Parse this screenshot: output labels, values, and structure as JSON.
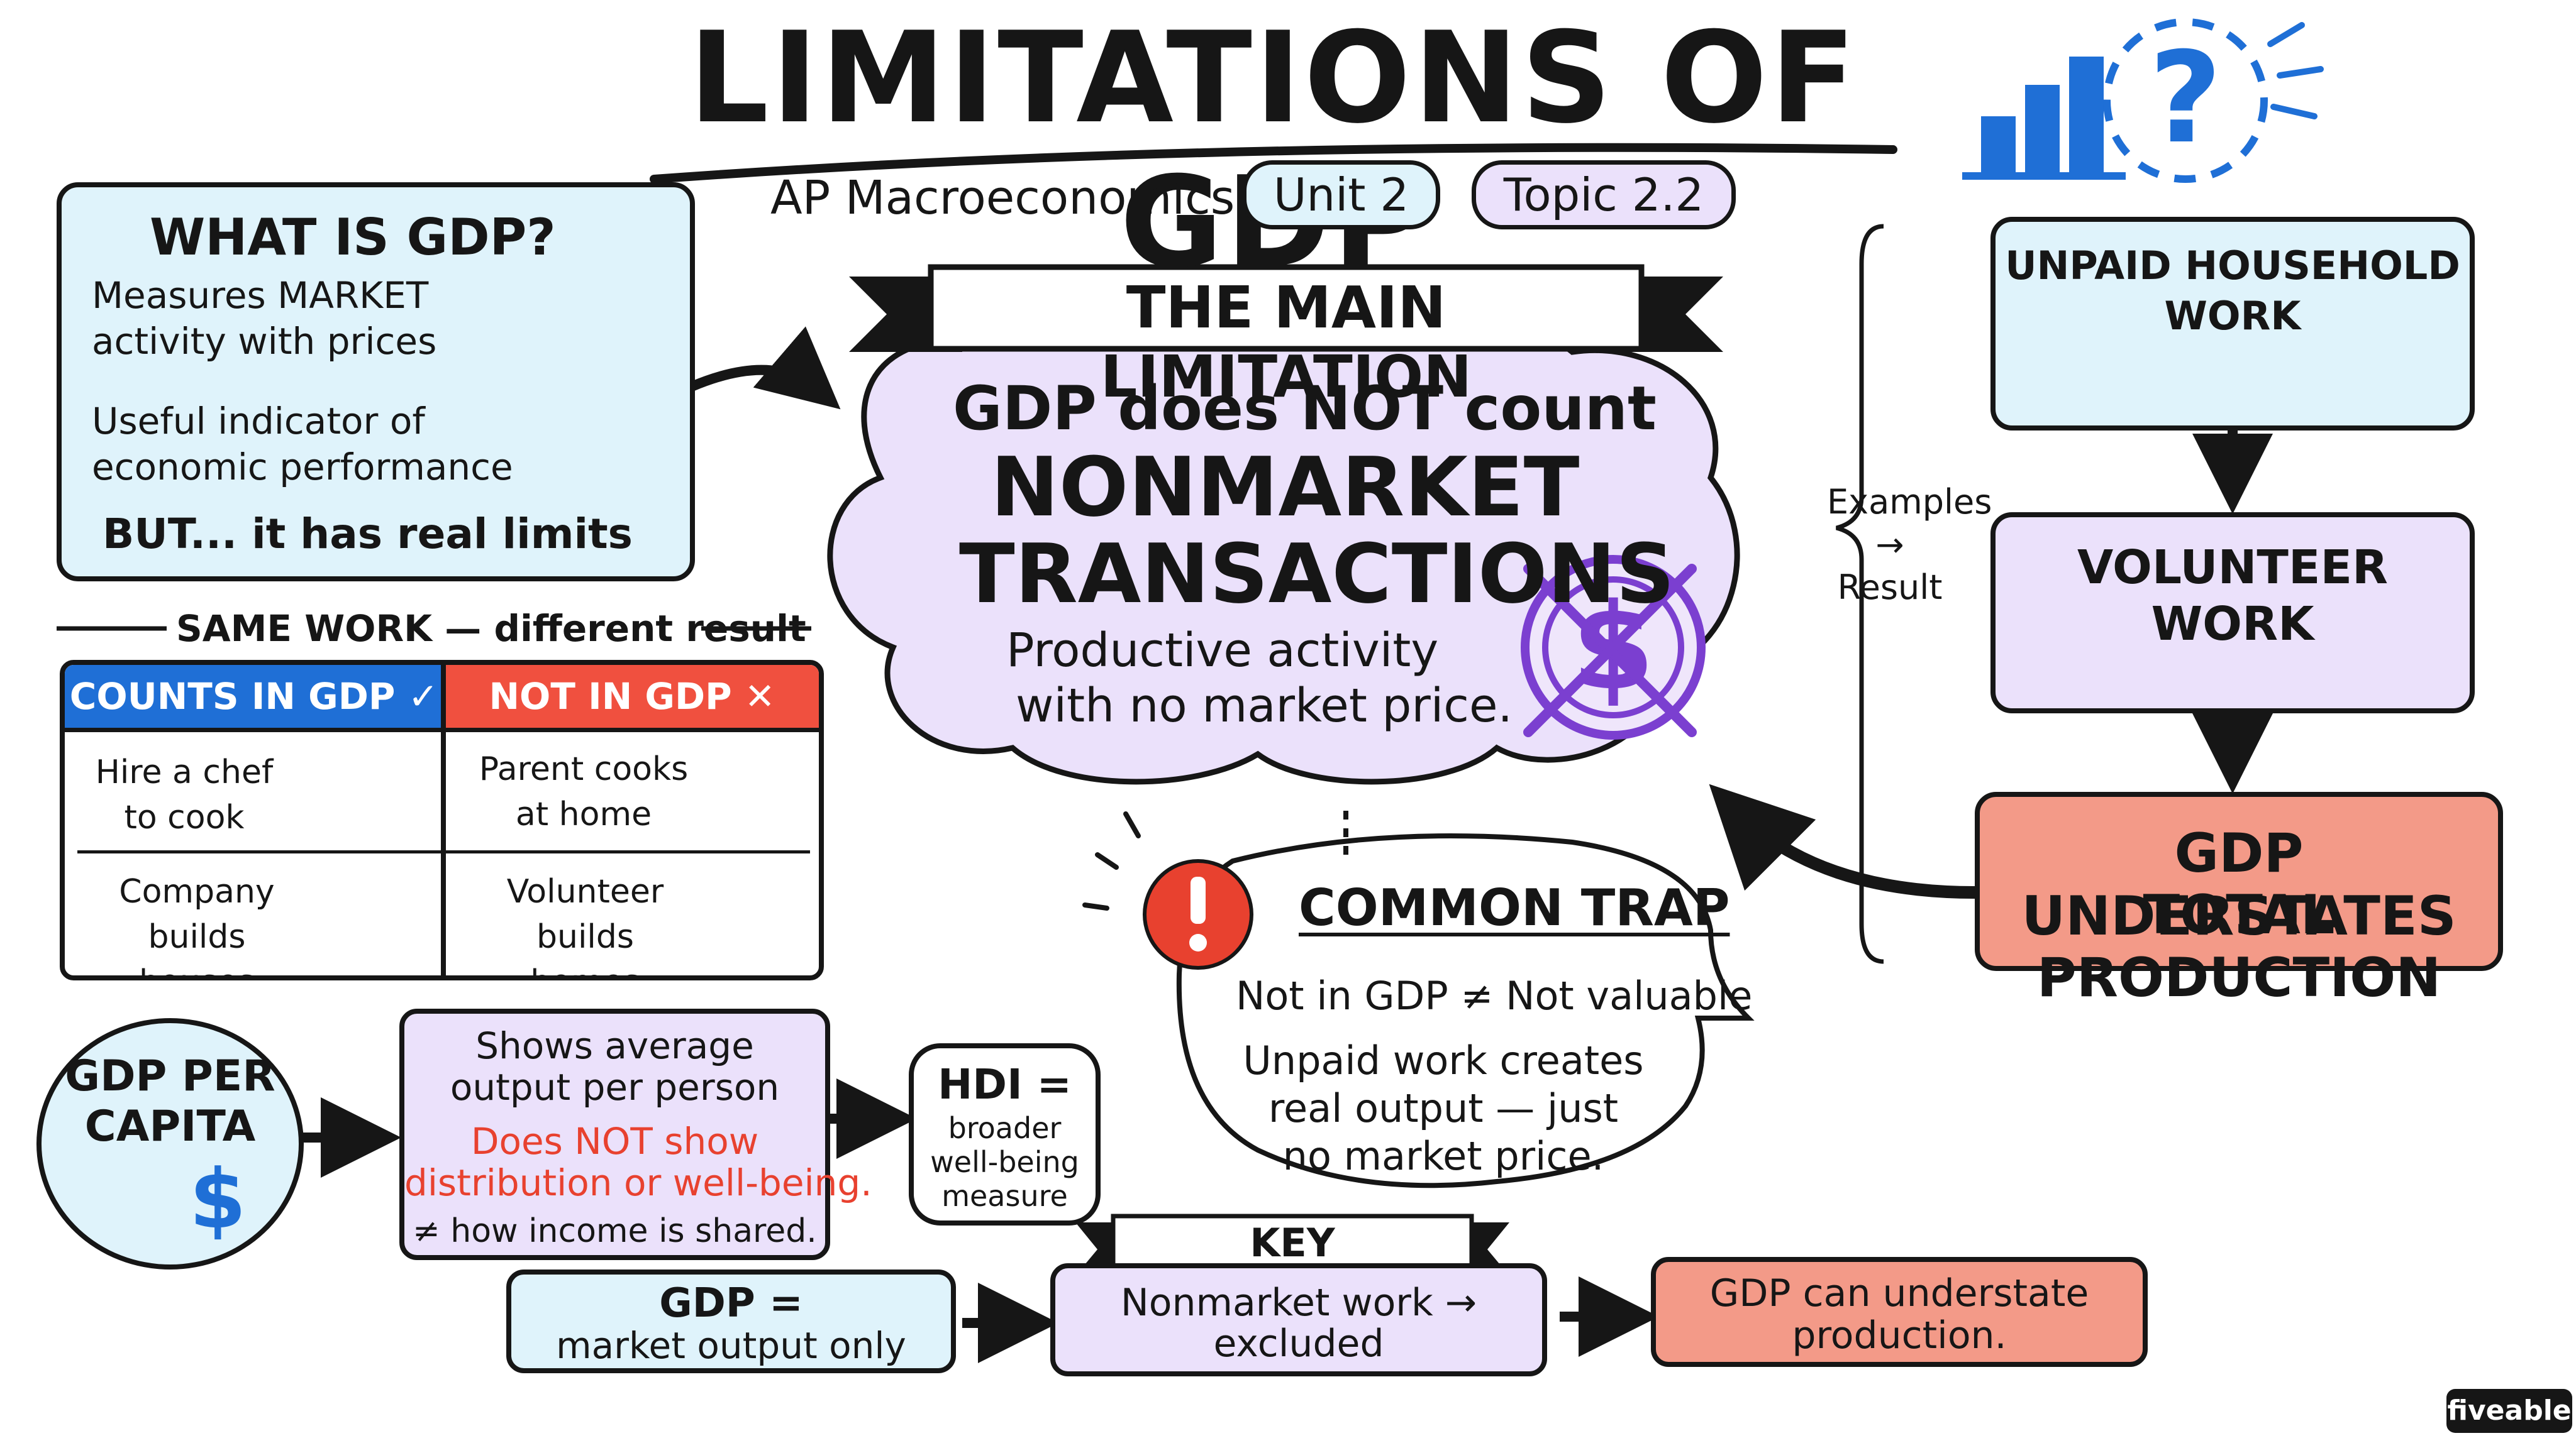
{
  "title": "LIMITATIONS OF GDP",
  "subtitle": {
    "course": "AP Macroeconomics",
    "unit": "Unit 2",
    "topic": "Topic 2.2"
  },
  "what_is_gdp": {
    "heading": "WHAT IS GDP?",
    "line1": "Measures MARKET",
    "line2": "activity with prices",
    "line3": "Useful indicator of",
    "line4": "economic performance",
    "line5": "BUT... it has real limits"
  },
  "main_limitation": {
    "banner": "THE MAIN LIMITATION",
    "line1": "GDP does NOT count",
    "line2": "NONMARKET",
    "line3": "TRANSACTIONS",
    "line4": "Productive activity",
    "line5": "with no market price."
  },
  "same_work": {
    "caption": "SAME WORK — different result",
    "counts_header": "COUNTS IN GDP ✓",
    "not_header": "NOT IN GDP ✕",
    "rows": [
      {
        "counts": "Hire a chef to cook",
        "counts_l1": "Hire a chef",
        "counts_l2": "to cook",
        "not_l1": "Parent cooks",
        "not_l2": "at home"
      },
      {
        "counts_l1": "Company builds",
        "counts_l2": "houses",
        "not_l1": "Volunteer builds",
        "not_l2": "homes"
      }
    ]
  },
  "examples": {
    "label1": "Examples",
    "arrow": "→",
    "label2": "Result",
    "household": "UNPAID HOUSEHOLD WORK",
    "volunteer": "VOLUNTEER WORK",
    "result_l1": "GDP UNDERSTATES",
    "result_l2": "TOTAL PRODUCTION"
  },
  "common_trap": {
    "heading": "COMMON TRAP",
    "line1": "Not in GDP ≠ Not valuable",
    "line2": "Unpaid work creates",
    "line3": "real output — just",
    "line4": "no market price."
  },
  "per_capita": {
    "circle_l1": "GDP PER",
    "circle_l2": "CAPITA",
    "shows_l1": "Shows average",
    "shows_l2": "output per person",
    "red_l1": "Does NOT show",
    "red_l2": "distribution or well-being.",
    "neq": "≠ how income is shared.",
    "hdi_l1": "HDI =",
    "hdi_l2": "broader",
    "hdi_l3": "well-being",
    "hdi_l4": "measure"
  },
  "takeaways": {
    "banner": "KEY TAKEAWAYS",
    "box1_l1": "GDP =",
    "box1_l2": "market output only",
    "box2_l1": "Nonmarket work →",
    "box2_l2": "excluded",
    "box3_l1": "GDP can understate",
    "box3_l2": "production."
  },
  "brand": "fiveable",
  "colors": {
    "light_blue": "#dff3fb",
    "blue": "#1f6fd6",
    "purple_fill": "#ebe1fb",
    "purple": "#7b3fd0",
    "salmon": "#f39a88",
    "red": "#e8412f",
    "header_red": "#f0503f"
  }
}
